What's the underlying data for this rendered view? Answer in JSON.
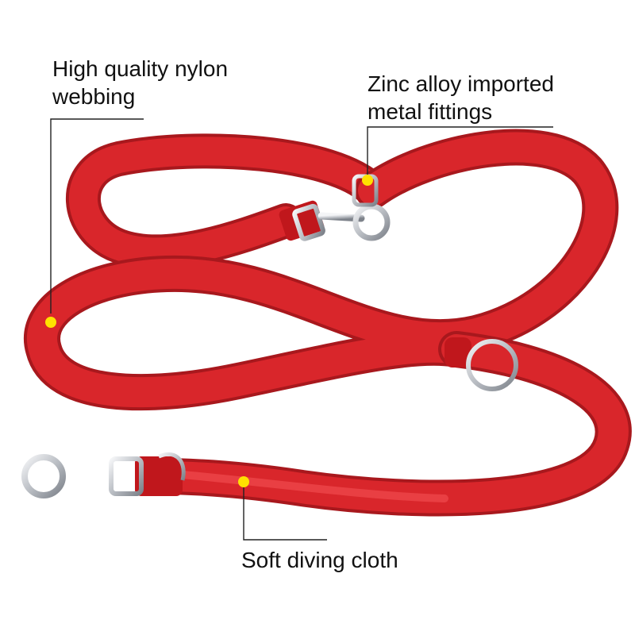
{
  "annotations": {
    "nylon": {
      "line1": "High quality nylon",
      "line2": "webbing"
    },
    "zinc": {
      "line1": "Zinc alloy imported",
      "line2": "metal fittings"
    },
    "cloth": {
      "text": "Soft diving cloth"
    }
  },
  "colors": {
    "strap": "#d9262b",
    "strap_dark": "#a8181d",
    "strap_light": "#ef4a4e",
    "metal": "#c9ccd1",
    "marker": "#ffe100",
    "leader": "#222222"
  }
}
